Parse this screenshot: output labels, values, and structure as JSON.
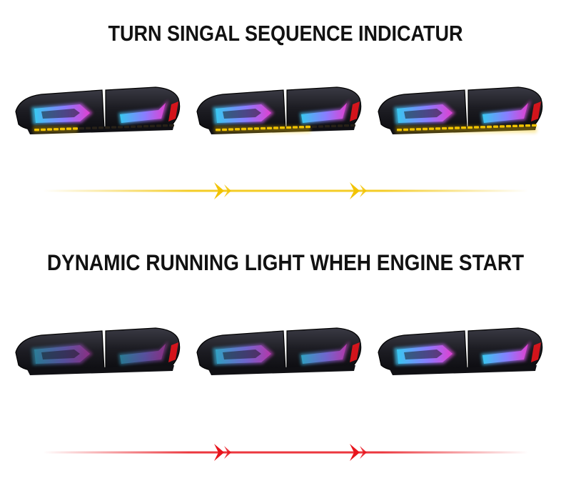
{
  "headings": {
    "turn_signal": "TURN SINGAL SEQUENCE INDICATUR",
    "running_light": "DYNAMIC RUNNING LIGHT WHEH ENGINE START"
  },
  "colors": {
    "amber_signal": "#f2c300",
    "red_signal": "#e8141c",
    "lamp_body": "#1c1c22",
    "neon_blue": "#38c8f0",
    "neon_pink": "#e040d0"
  },
  "rows": {
    "turn_signal": {
      "frames": [
        {
          "amber_level": 0.33
        },
        {
          "amber_level": 0.66
        },
        {
          "amber_level": 1.0
        }
      ],
      "arrow_color": "#f2c300"
    },
    "running_light": {
      "frames": [
        {
          "light_level": 0.33
        },
        {
          "light_level": 0.66
        },
        {
          "light_level": 1.0
        }
      ],
      "arrow_color": "#e8141c"
    }
  }
}
